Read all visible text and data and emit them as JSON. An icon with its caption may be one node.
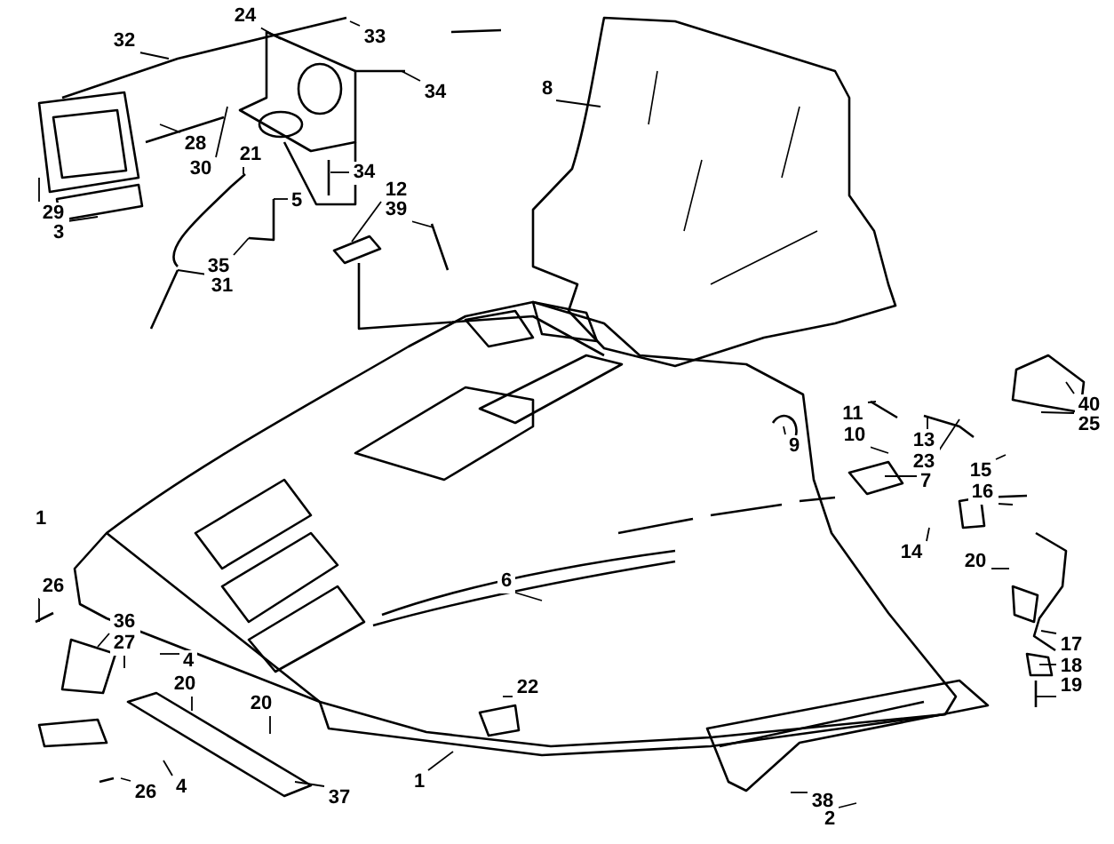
{
  "diagram": {
    "nodes": [
      {
        "text": [
          "24"
        ]
      },
      {
        "text": [
          "33"
        ]
      },
      {
        "text": [
          "32"
        ]
      },
      {
        "text": [
          "34"
        ]
      },
      {
        "text": [
          "8"
        ]
      },
      {
        "text": [
          "28"
        ]
      },
      {
        "text": [
          "30"
        ]
      },
      {
        "text": [
          "21"
        ]
      },
      {
        "text": [
          "34"
        ]
      },
      {
        "text": [
          "5"
        ]
      },
      {
        "text": [
          "12"
        ]
      },
      {
        "text": [
          "39"
        ]
      },
      {
        "text": [
          "29"
        ]
      },
      {
        "text": [
          "3"
        ]
      },
      {
        "text": [
          "35"
        ]
      },
      {
        "text": [
          "31"
        ]
      },
      {
        "text": [
          "40"
        ]
      },
      {
        "text": [
          "11"
        ]
      },
      {
        "text": [
          "25"
        ]
      },
      {
        "text": [
          "10"
        ]
      },
      {
        "text": [
          "13"
        ]
      },
      {
        "text": [
          "9"
        ]
      },
      {
        "text": [
          "23"
        ]
      },
      {
        "text": [
          "15"
        ]
      },
      {
        "text": [
          "7"
        ]
      },
      {
        "text": [
          "16"
        ]
      },
      {
        "text": [
          "26"
        ]
      },
      {
        "text": [
          "6"
        ]
      },
      {
        "text": [
          "14"
        ]
      },
      {
        "text": [
          "20"
        ]
      },
      {
        "text": [
          "36"
        ]
      },
      {
        "text": [
          "27"
        ]
      },
      {
        "text": [
          "17"
        ]
      },
      {
        "text": [
          "4"
        ]
      },
      {
        "text": [
          "18"
        ]
      },
      {
        "text": [
          "20"
        ]
      },
      {
        "text": [
          "19"
        ]
      },
      {
        "text": [
          "22"
        ]
      },
      {
        "text": [
          "20"
        ]
      },
      {
        "text": [
          "1"
        ]
      },
      {
        "text": [
          "4"
        ]
      },
      {
        "text": [
          "26"
        ]
      },
      {
        "text": [
          "37"
        ]
      },
      {
        "text": [
          "38"
        ]
      },
      {
        "text": [
          "2"
        ]
      }
    ],
    "edges": [
      {
        "from": 0,
        "to": null,
        "arrow": "none"
      },
      {
        "from": 1,
        "to": null,
        "arrow": "none"
      },
      {
        "from": 2,
        "to": null,
        "arrow": "none"
      },
      {
        "from": 3,
        "to": null,
        "arrow": "none"
      },
      {
        "from": 4,
        "to": null,
        "arrow": "none"
      },
      {
        "from": 5,
        "to": null,
        "arrow": "none"
      },
      {
        "from": 6,
        "to": null,
        "arrow": "none"
      },
      {
        "from": 7,
        "to": null,
        "arrow": "none"
      },
      {
        "from": 8,
        "to": null,
        "arrow": "none"
      },
      {
        "from": 9,
        "to": null,
        "arrow": "none"
      },
      {
        "from": 10,
        "to": null,
        "arrow": "none"
      },
      {
        "from": 11,
        "to": null,
        "arrow": "none"
      },
      {
        "from": 12,
        "to": null,
        "arrow": "none"
      },
      {
        "from": 13,
        "to": null,
        "arrow": "none"
      },
      {
        "from": 14,
        "to": null,
        "arrow": "none"
      },
      {
        "from": 15,
        "to": null,
        "arrow": "none"
      },
      {
        "from": 16,
        "to": null,
        "arrow": "none"
      },
      {
        "from": 17,
        "to": null,
        "arrow": "none"
      },
      {
        "from": 18,
        "to": null,
        "arrow": "none"
      },
      {
        "from": 19,
        "to": null,
        "arrow": "none"
      },
      {
        "from": 20,
        "to": null,
        "arrow": "none"
      },
      {
        "from": 21,
        "to": null,
        "arrow": "none"
      },
      {
        "from": 22,
        "to": null,
        "arrow": "none"
      },
      {
        "from": 23,
        "to": null,
        "arrow": "none"
      },
      {
        "from": 24,
        "to": null,
        "arrow": "none"
      },
      {
        "from": 25,
        "to": null,
        "arrow": "none"
      },
      {
        "from": 26,
        "to": null,
        "arrow": "none"
      },
      {
        "from": 27,
        "to": null,
        "arrow": "none"
      },
      {
        "from": 28,
        "to": null,
        "arrow": "none"
      },
      {
        "from": 29,
        "to": null,
        "arrow": "none"
      },
      {
        "from": 30,
        "to": null,
        "arrow": "none"
      },
      {
        "from": 31,
        "to": null,
        "arrow": "none"
      },
      {
        "from": 32,
        "to": null,
        "arrow": "none"
      },
      {
        "from": 33,
        "to": null,
        "arrow": "none"
      },
      {
        "from": 34,
        "to": null,
        "arrow": "none"
      },
      {
        "from": 35,
        "to": null,
        "arrow": "none"
      },
      {
        "from": 36,
        "to": null,
        "arrow": "none"
      },
      {
        "from": 37,
        "to": null,
        "arrow": "none"
      },
      {
        "from": 38,
        "to": null,
        "arrow": "none"
      },
      {
        "from": 39,
        "to": null,
        "arrow": "none"
      },
      {
        "from": 40,
        "to": null,
        "arrow": "none"
      },
      {
        "from": 41,
        "to": null,
        "arrow": "none"
      },
      {
        "from": 42,
        "to": null,
        "arrow": "none"
      },
      {
        "from": 43,
        "to": null,
        "arrow": "none"
      },
      {
        "from": 44,
        "to": null,
        "arrow": "none"
      }
    ],
    "labels": [
      "1"
    ]
  }
}
